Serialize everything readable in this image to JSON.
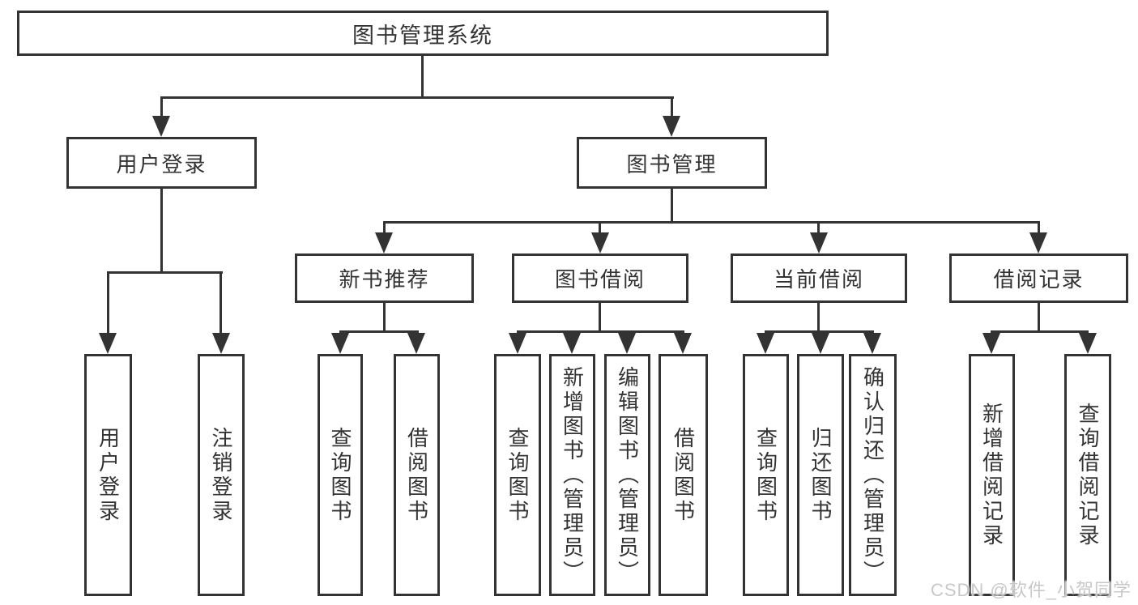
{
  "diagram": {
    "root": {
      "label": "图书管理系统"
    },
    "children": [
      {
        "label": "用户登录",
        "children": [
          {
            "label": "用户登录"
          },
          {
            "label": "注销登录"
          }
        ]
      },
      {
        "label": "图书管理",
        "children": [
          {
            "label": "新书推荐",
            "children": [
              {
                "label": "查询图书"
              },
              {
                "label": "借阅图书"
              }
            ]
          },
          {
            "label": "图书借阅",
            "children": [
              {
                "label": "查询图书"
              },
              {
                "label": "新增图书（管理员）"
              },
              {
                "label": "编辑图书（管理员）"
              },
              {
                "label": "借阅图书"
              }
            ]
          },
          {
            "label": "当前借阅",
            "children": [
              {
                "label": "查询图书"
              },
              {
                "label": "归还图书"
              },
              {
                "label": "确认归还（管理员）"
              }
            ]
          },
          {
            "label": "借阅记录",
            "children": [
              {
                "label": "新增借阅记录"
              },
              {
                "label": "查询借阅记录"
              }
            ]
          }
        ]
      }
    ]
  },
  "watermark": {
    "text": "CSDN @软件_小贺同学"
  },
  "colors": {
    "line": "#333333",
    "background": "#ffffff",
    "watermark": "#c8c8c8"
  }
}
